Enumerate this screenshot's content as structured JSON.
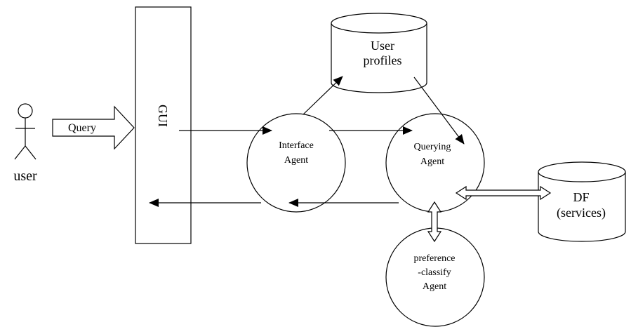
{
  "actor": {
    "label": "user"
  },
  "query_arrow": {
    "label": "Query"
  },
  "gui": {
    "label": "GUI"
  },
  "user_profiles": {
    "line1": "User",
    "line2": "profiles"
  },
  "interface_agent": {
    "line1": "Interface",
    "line2": "Agent"
  },
  "querying_agent": {
    "line1": "Querying",
    "line2": "Agent"
  },
  "df": {
    "line1": "DF",
    "line2": "(services)"
  },
  "preference_agent": {
    "line1": "preference",
    "line2": "-classify",
    "line3": "Agent"
  }
}
